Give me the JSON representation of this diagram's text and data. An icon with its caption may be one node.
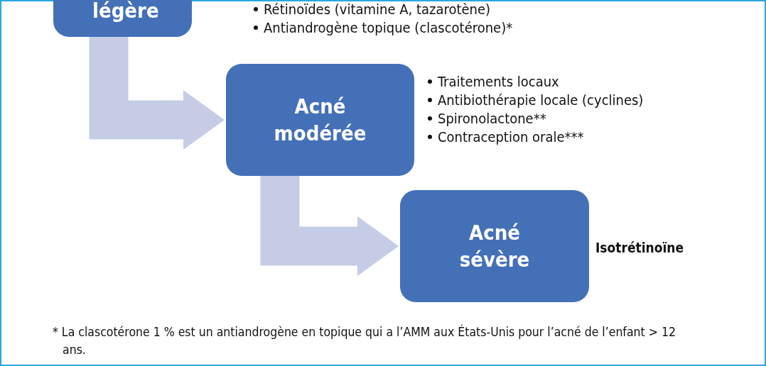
{
  "diagram": {
    "nodes": [
      {
        "text": [
          "légère"
        ],
        "beside": [
          "Rétinoïdes (vitamine A, tazarotène)",
          "Antiandrogène topique (clascotérone)*"
        ]
      },
      {
        "text": [
          "Acné modérée"
        ],
        "beside": [
          "Traitements locaux",
          "Antibiothérapie locale (cyclines)",
          "Spironolactone**",
          "Contraception orale***"
        ]
      },
      {
        "text": [
          "Acné sévère"
        ],
        "beside": [
          "Isotrétinoïne"
        ]
      }
    ],
    "edges": [
      {
        "from": 0,
        "to": 1,
        "arrow": "to"
      },
      {
        "from": 1,
        "to": 2,
        "arrow": "to"
      }
    ],
    "labels": [
      "* La clascotérone 1 % est un antiandrogène en topique qui a l’AMM aux États-Unis pour l’acné de l’enfant > 12 ans."
    ]
  }
}
